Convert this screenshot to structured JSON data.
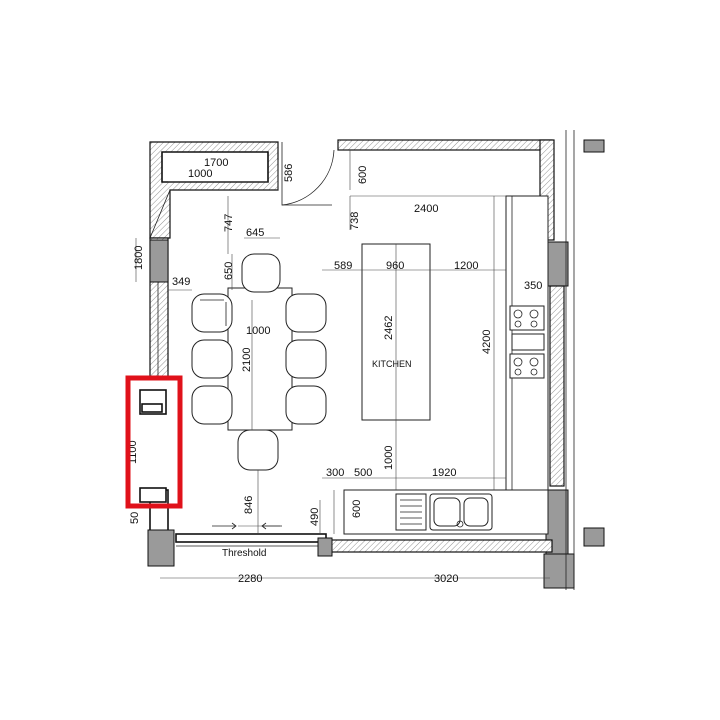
{
  "plan": {
    "room_label": "KITCHEN",
    "threshold_label": "Threshold",
    "dimensions": {
      "d1700": "1700",
      "d1000_top": "1000",
      "d586": "586",
      "d600_top": "600",
      "d738": "738",
      "d2400": "2400",
      "d747": "747",
      "d645": "645",
      "d650": "650",
      "d1800": "1800",
      "d349": "349",
      "d589": "589",
      "d960": "960",
      "d1200": "1200",
      "d350": "350",
      "d1000_table": "1000",
      "d2462": "2462",
      "d4200": "4200",
      "d2100": "2100",
      "d1100": "1100",
      "d1000_island": "1000",
      "d300": "300",
      "d500": "500",
      "d1920": "1920",
      "d846": "846",
      "d50": "50",
      "d490": "490",
      "d600_sink": "600",
      "d2280": "2280",
      "d3020": "3020"
    }
  },
  "highlight": {
    "color": "#e0111a"
  }
}
